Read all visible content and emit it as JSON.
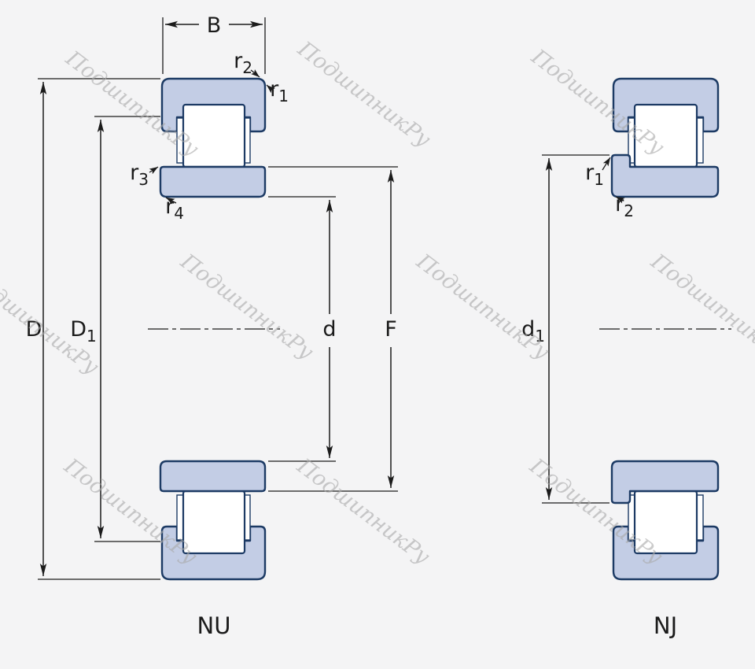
{
  "watermark": {
    "text": "ПодшипникРу"
  },
  "colors": {
    "ring_fill": "#c3cde5",
    "ring_stroke": "#1c3a64",
    "line": "#1b1b1b",
    "watermark": "#a9a9a9",
    "background": "#f4f4f5",
    "white": "#ffffff"
  },
  "left": {
    "caption": "NU",
    "labels": {
      "B": {
        "base": "B",
        "sub": ""
      },
      "r1": {
        "base": "r",
        "sub": "1"
      },
      "r2": {
        "base": "r",
        "sub": "2"
      },
      "r3": {
        "base": "r",
        "sub": "3"
      },
      "r4": {
        "base": "r",
        "sub": "4"
      },
      "D": {
        "base": "D",
        "sub": ""
      },
      "D1": {
        "base": "D",
        "sub": "1"
      },
      "d": {
        "base": "d",
        "sub": ""
      },
      "F": {
        "base": "F",
        "sub": ""
      }
    }
  },
  "right": {
    "caption": "NJ",
    "labels": {
      "d1": {
        "base": "d",
        "sub": "1"
      },
      "r1": {
        "base": "r",
        "sub": "1"
      },
      "r2": {
        "base": "r",
        "sub": "2"
      }
    }
  }
}
